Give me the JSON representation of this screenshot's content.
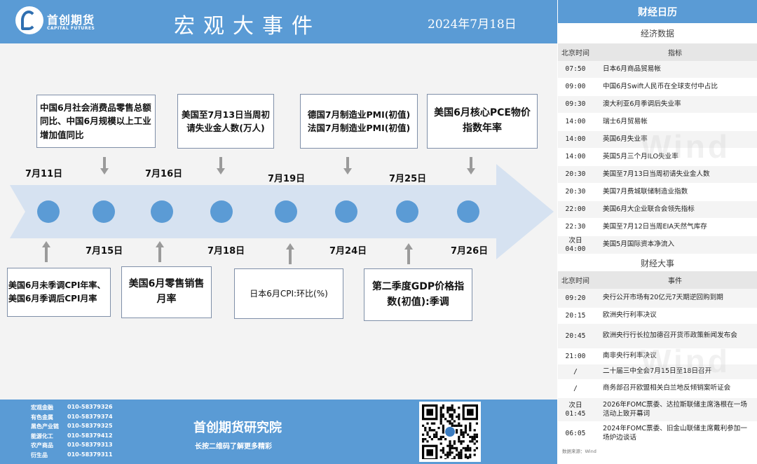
{
  "header": {
    "logo_cn": "首创期货",
    "logo_en": "CAPITAL FUTURES",
    "title": "宏观大事件",
    "date": "2024年7月18日"
  },
  "timeline": {
    "top_dates": [
      "7月11日",
      "7月16日",
      "7月19日",
      "7月25日"
    ],
    "bottom_dates": [
      "7月15日",
      "7月18日",
      "7月24日",
      "7月26日"
    ],
    "top_events": [
      "中国6月社会消费品零售总额同比、中国6月规模以上工业增加值同比",
      "美国至7月13日当周初请失业金人数(万人)",
      "德国7月制造业PMI(初值)\n法国7月制造业PMI(初值)",
      "美国6月核心PCE物价指数年率"
    ],
    "bottom_events": [
      "美国6月未季调CPI年率、美国6月季调后CPI月率",
      "美国6月零售销售月率",
      "日本6月CPI:环比(%)",
      "第二季度GDP价格指数(初值):季调"
    ]
  },
  "footer": {
    "contacts": [
      {
        "name": "宏观金融",
        "phone": "010-58379326"
      },
      {
        "name": "有色金属",
        "phone": "010-58379374"
      },
      {
        "name": "黑色产业链",
        "phone": "010-58379325"
      },
      {
        "name": "能源化工",
        "phone": "010-58379412"
      },
      {
        "name": "农产商品",
        "phone": "010-58379313"
      },
      {
        "name": "衍生品",
        "phone": "010-58379311"
      }
    ],
    "institute": "首创期货研究院",
    "slogan": "长按二维码了解更多精彩"
  },
  "calendar": {
    "title": "财经日历",
    "econ": {
      "title": "经济数据",
      "col_time": "北京时间",
      "col_item": "指标",
      "rows": [
        {
          "time": "07:50",
          "item": "日本6月商品贸易帐"
        },
        {
          "time": "09:00",
          "item": "中国6月Swift人民币在全球支付中占比"
        },
        {
          "time": "09:30",
          "item": "澳大利亚6月季调后失业率"
        },
        {
          "time": "14:00",
          "item": "瑞士6月贸易帐"
        },
        {
          "time": "14:00",
          "item": "英国6月失业率"
        },
        {
          "time": "14:00",
          "item": "英国5月三个月ILO失业率"
        },
        {
          "time": "20:30",
          "item": "美国至7月13日当周初请失业金人数"
        },
        {
          "time": "20:30",
          "item": "美国7月费城联储制造业指数"
        },
        {
          "time": "22:00",
          "item": "美国6月大企业联合会领先指标"
        },
        {
          "time": "22:30",
          "item": "美国至7月12日当周EIA天然气库存"
        },
        {
          "time": "次日\n04:00",
          "item": "美国5月国际资本净流入"
        }
      ]
    },
    "events": {
      "title": "财经大事",
      "col_time": "北京时间",
      "col_item": "事件",
      "rows": [
        {
          "time": "09:20",
          "item": "央行公开市场有20亿元7天期逆回购到期"
        },
        {
          "time": "20:15",
          "item": "欧洲央行利率决议"
        },
        {
          "time": "20:45",
          "item": "欧洲央行行长拉加德召开货币政策新闻发布会"
        },
        {
          "time": "21:00",
          "item": "南非央行利率决议"
        },
        {
          "time": "/",
          "item": "二十届三中全会7月15日至18日召开"
        },
        {
          "time": "/",
          "item": "商务部召开欧盟相关白兰地反倾销案听证会"
        },
        {
          "time": "次日\n01:45",
          "item": "2026年FOMC票委、达拉斯联储主席洛根在一场活动上致开幕词"
        },
        {
          "time": "06:05",
          "item": "2024年FOMC票委、旧金山联储主席戴利参加一场炉边谈话"
        }
      ]
    },
    "source": "数据来源：Wind",
    "watermark": "Wind"
  },
  "colors": {
    "brand_blue": "#5a9bd5",
    "dot_blue": "#5b9bd5",
    "arrow_light": "#d6e2f1"
  }
}
